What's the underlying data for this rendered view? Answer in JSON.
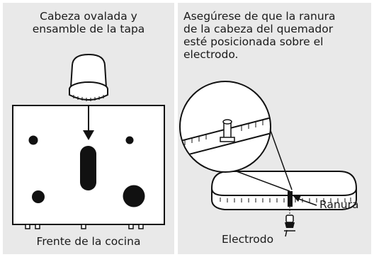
{
  "left_panel": {
    "title_line1": "Cabeza ovalada y",
    "title_line2": "ensamble de la tapa",
    "bottom_caption": "Frente de la cocina"
  },
  "right_panel": {
    "instruction_line1": "Asegúrese de que la ranura",
    "instruction_line2": "de la cabeza del quemador",
    "instruction_line3": "esté posicionada sobre el",
    "instruction_line4": "electrodo.",
    "label_slot": "Ranura",
    "label_electrode": "Electrodo"
  }
}
